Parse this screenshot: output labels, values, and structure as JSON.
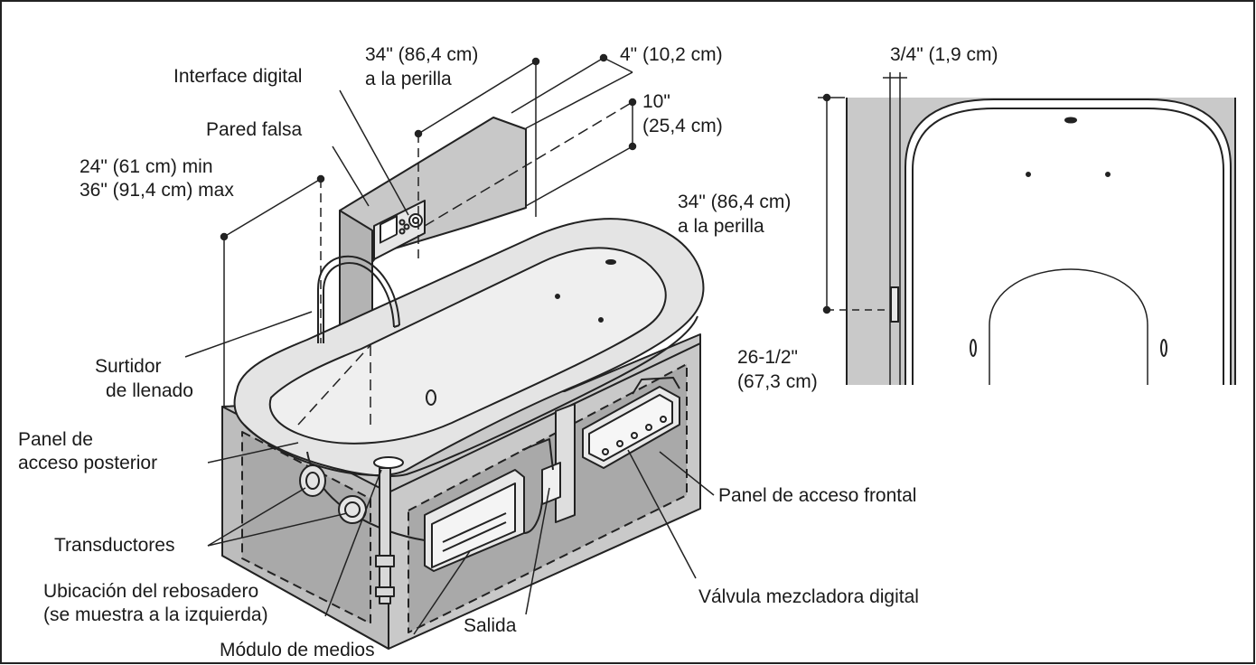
{
  "labels": {
    "interface_digital": "Interface digital",
    "pared_falsa": "Pared falsa",
    "dim_24_min": "24\" (61 cm) min",
    "dim_36_max": "36\" (91,4 cm) max",
    "dim_34_line1": "34\" (86,4 cm)",
    "dim_34_line2": "a la perilla",
    "dim_4": "4\" (10,2 cm)",
    "dim_10_line1": "10\"",
    "dim_10_line2": "(25,4 cm)",
    "surtidor_line1": "Surtidor",
    "surtidor_line2": "de llenado",
    "panel_posterior_line1": "Panel de",
    "panel_posterior_line2": "acceso posterior",
    "transductores": "Transductores",
    "rebosadero_line1": "Ubicación del rebosadero",
    "rebosadero_line2": "(se muestra a la izquierda)",
    "modulo": "Módulo de medios",
    "salida": "Salida",
    "panel_frontal": "Panel de acceso frontal",
    "valvula": "Válvula mezcladora digital",
    "plan_dim_34_line1": "34\" (86,4 cm)",
    "plan_dim_34_line2": "a la perilla",
    "plan_dim_3_4": "3/4\" (1,9 cm)",
    "plan_dim_26_line1": "26-1/2\"",
    "plan_dim_26_line2": "(67,3 cm)"
  }
}
